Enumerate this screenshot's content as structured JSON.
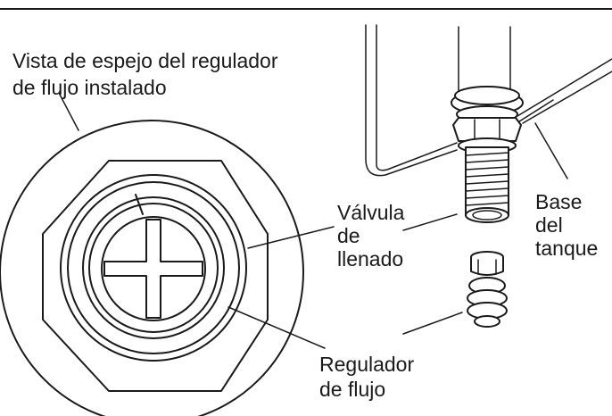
{
  "labels": {
    "mirror_view_line1": "Vista de espejo del regulador",
    "mirror_view_line2": "de flujo instalado",
    "fill_valve_line1": "Válvula",
    "fill_valve_line2": "de",
    "fill_valve_line3": "llenado",
    "tank_base_line1": "Base",
    "tank_base_line2": "del",
    "tank_base_line3": "tanque",
    "flow_regulator_line1": "Regulador",
    "flow_regulator_line2": "de flujo"
  },
  "colors": {
    "line": "#1a1a1a",
    "background": "#ffffff"
  }
}
